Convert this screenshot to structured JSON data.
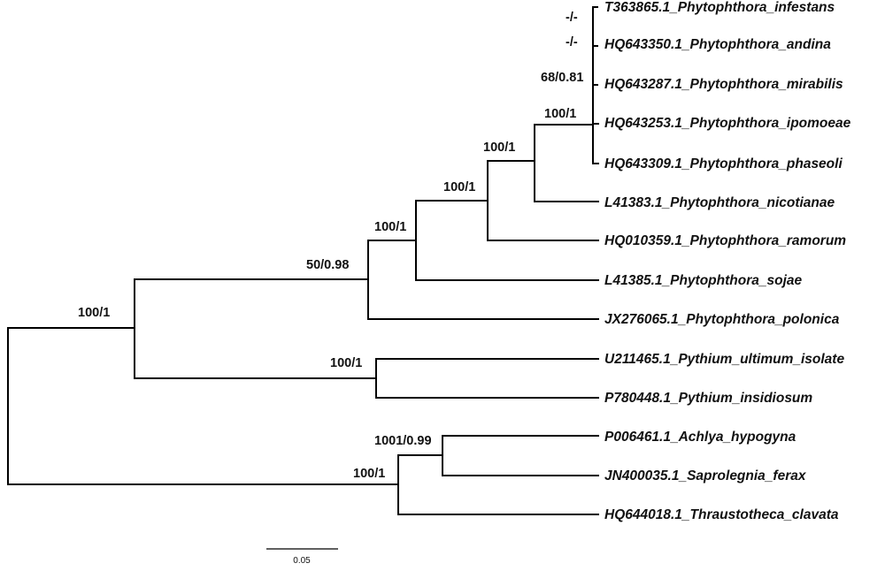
{
  "tree": {
    "taxa": [
      "T363865.1_Phytophthora_infestans",
      "HQ643350.1_Phytophthora_andina",
      "HQ643287.1_Phytophthora_mirabilis",
      "HQ643253.1_Phytophthora_ipomoeae",
      "HQ643309.1_Phytophthora_phaseoli",
      "L41383.1_Phytophthora_nicotianae",
      "HQ010359.1_Phytophthora_ramorum",
      "L41385.1_Phytophthora_sojae",
      "JX276065.1_Phytophthora_polonica",
      "U211465.1_Pythium_ultimum_isolate",
      "P780448.1_Pythium_insidiosum",
      "P006461.1_Achlya_hypogyna",
      "JN400035.1_Saprolegnia_ferax",
      "HQ644018.1_Thraustotheca_clavata"
    ],
    "support": {
      "root_clade": "100/1",
      "phytophthora_clade": "50/0.98",
      "phyto_excl_polonica": "100/1",
      "phyto_ramorum_group": "100/1",
      "phyto_nicotianae_group": "100/1",
      "phyto_infestans_group": "100/1",
      "mirabilis_node": "68/0.81",
      "andina_node": "-/-",
      "infestans_node": "-/-",
      "pythium_clade": "100/1",
      "saprolegniales_clade": "100/1",
      "achlya_saprolegnia": "1001/0.99"
    },
    "scale_bar": {
      "label": "0.05",
      "length": 0.05
    }
  }
}
